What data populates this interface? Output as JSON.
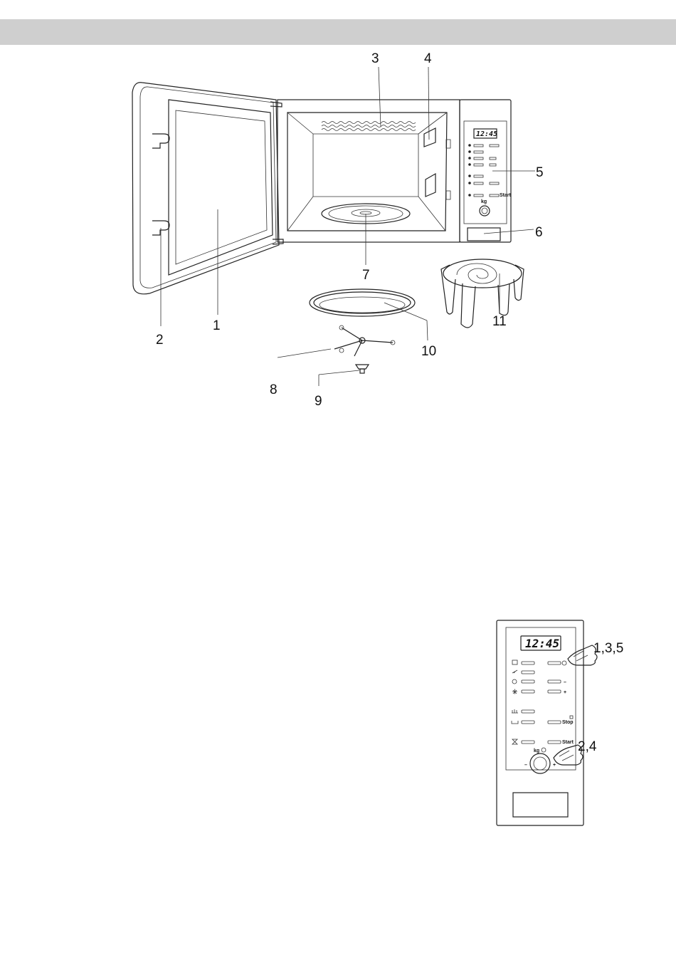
{
  "header": {
    "bar_color": "#cfcfcf"
  },
  "main_diagram": {
    "callouts": [
      "1",
      "2",
      "3",
      "4",
      "5",
      "6",
      "7",
      "8",
      "9",
      "10",
      "11"
    ],
    "display_time": "12:45",
    "panel_labels": {
      "start": "Start",
      "weight": "kg"
    }
  },
  "panel_detail": {
    "display_time": "12:45",
    "callouts": {
      "upper": "1,3,5",
      "lower": "2,4"
    },
    "labels": {
      "stop": "Stop",
      "start": "Start",
      "weight": "kg",
      "minus_small": "–",
      "plus_small": "+",
      "minus": "–",
      "plus": "+"
    }
  }
}
